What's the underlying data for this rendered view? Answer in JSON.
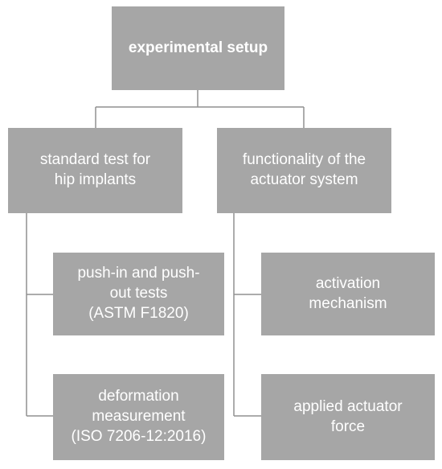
{
  "root": {
    "label": "experimental setup"
  },
  "branches": [
    {
      "label_lines": [
        "standard test for",
        "hip implants"
      ],
      "children": [
        {
          "label_lines": [
            "push-in and push-",
            "out tests",
            "(ASTM  F1820)"
          ]
        },
        {
          "label_lines": [
            "deformation",
            "measurement",
            "(ISO 7206-12:2016)"
          ]
        }
      ]
    },
    {
      "label_lines": [
        "functionality of the",
        "actuator system"
      ],
      "children": [
        {
          "label_lines": [
            "activation",
            "mechanism"
          ]
        },
        {
          "label_lines": [
            "applied actuator",
            "force"
          ]
        }
      ]
    }
  ],
  "colors": {
    "node_fill": "#a6a6a6",
    "node_text": "#ffffff",
    "connector": "#909090"
  }
}
